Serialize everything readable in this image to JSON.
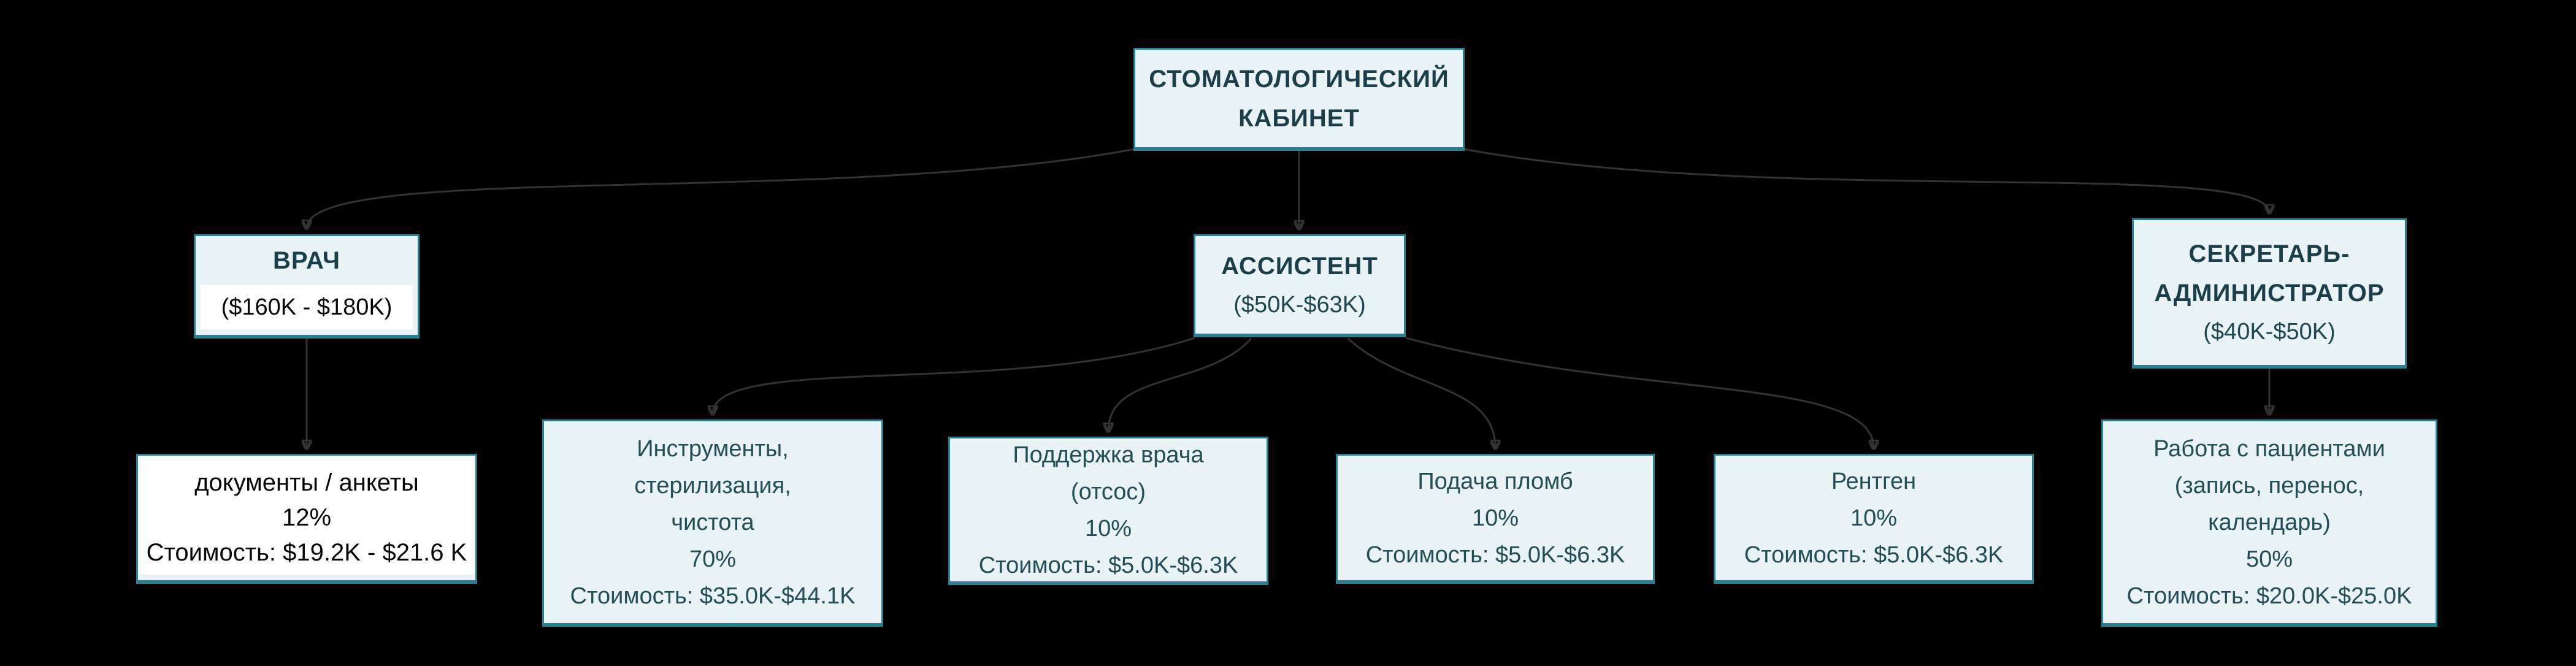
{
  "diagram": {
    "type": "org-chart",
    "background_color": "#000000",
    "colors": {
      "node_fill": "#e9f2f4",
      "node_border": "#2a7f90",
      "title_text": "#1b3f4a",
      "body_text": "#224e58",
      "plain_black_text": "#060606",
      "white_fill": "#ffffff",
      "edge_line": "#333333"
    },
    "nodes": {
      "root": {
        "lines": [
          "СТОМАТОЛОГИЧЕСКИЙ",
          "КАБИНЕТ"
        ]
      },
      "doctor": {
        "title": "ВРАЧ",
        "salary": "($160K - $180K)"
      },
      "assistant": {
        "title": "АССИСТЕНТ",
        "salary": "($50K-$63K)"
      },
      "secretary": {
        "title_lines": [
          "СЕКРЕТАРЬ-",
          "АДМИНИСТРАТОР"
        ],
        "salary": "($40K-$50K)"
      },
      "documents": {
        "lines": [
          "документы / анкеты",
          "12%",
          "Стоимость: $19.2K - $21.6 K"
        ]
      },
      "instruments": {
        "lines": [
          "Инструменты,",
          "стерилизация,",
          "чистота",
          "70%",
          "Стоимость: $35.0K-$44.1K"
        ]
      },
      "doctor_support": {
        "lines": [
          "Поддержка врача",
          "(отсос)",
          "10%",
          "Стоимость: $5.0K-$6.3K"
        ]
      },
      "fillings": {
        "lines": [
          "Подача пломб",
          "10%",
          "Стоимость: $5.0K-$6.3K"
        ]
      },
      "xray": {
        "lines": [
          "Рентген",
          "10%",
          "Стоимость: $5.0K-$6.3K"
        ]
      },
      "patients": {
        "lines": [
          "Работа с пациентами",
          "(запись, перенос,",
          "календарь)",
          "50%",
          "Стоимость: $20.0K-$25.0K"
        ]
      }
    }
  }
}
